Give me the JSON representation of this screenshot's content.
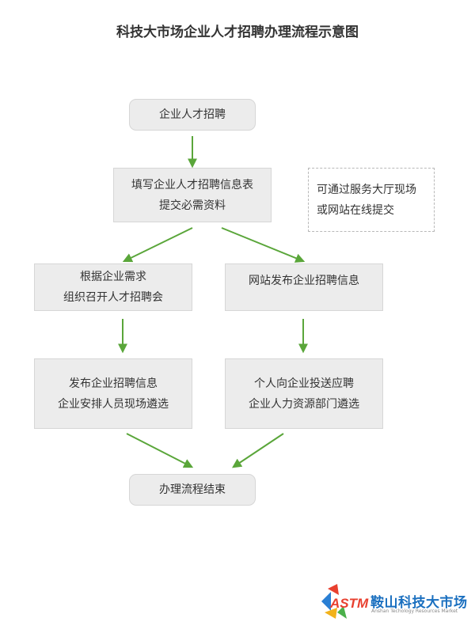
{
  "title": "科技大市场企业人才招聘办理流程示意图",
  "nodes": {
    "start": {
      "lines": [
        "企业人才招聘"
      ]
    },
    "fill_form": {
      "lines": [
        "填写企业人才招聘信息表",
        "提交必需资料"
      ]
    },
    "note": {
      "lines": [
        "可通过服务大厅现场",
        "或网站在线提交"
      ]
    },
    "job_fair": {
      "lines": [
        "根据企业需求",
        "组织召开人才招聘会"
      ]
    },
    "website_post": {
      "lines": [
        "网站发布企业招聘信息"
      ]
    },
    "fair_select": {
      "lines": [
        "发布企业招聘信息",
        "企业安排人员现场遴选"
      ]
    },
    "online_select": {
      "lines": [
        "个人向企业投送应聘",
        "企业人力资源部门遴选"
      ]
    },
    "end": {
      "lines": [
        "办理流程结束"
      ]
    }
  },
  "logo": {
    "mark": "ASTM",
    "name": "鞍山科技大市场",
    "sub": "Anshan Techology Resources Market"
  },
  "colors": {
    "arrow": "#5aa63a",
    "box_fill": "#ececec",
    "box_border": "#d6d6d6"
  }
}
